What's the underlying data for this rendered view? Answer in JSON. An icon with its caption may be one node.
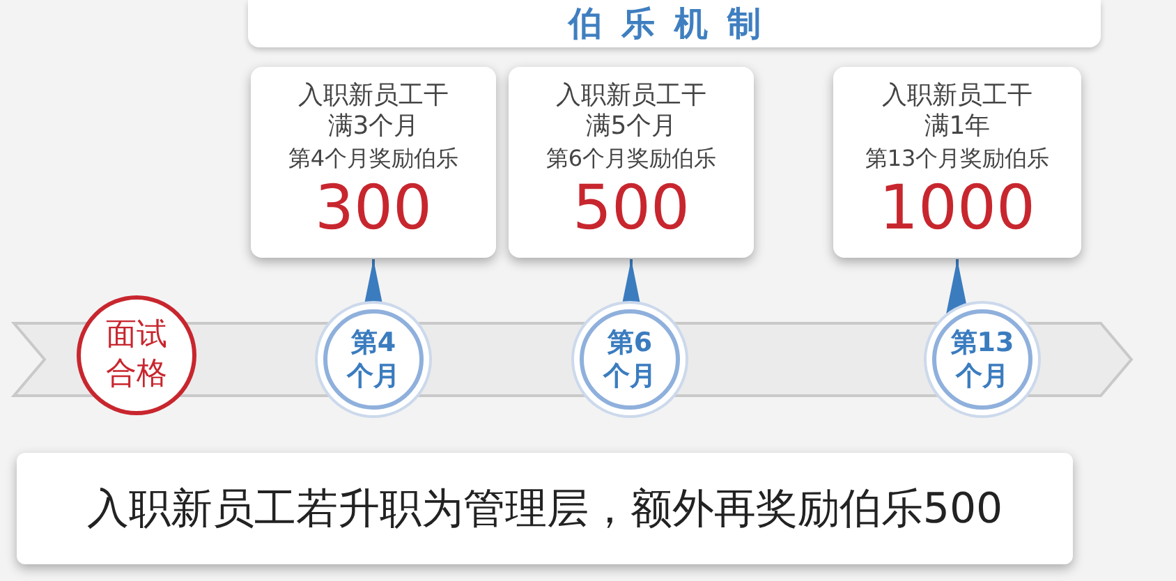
{
  "diagram": {
    "title": "伯乐机制",
    "nodes": [
      {
        "text": [
          "入职新员工干满3个月",
          "第4个月奖励伯乐",
          "300"
        ]
      },
      {
        "text": [
          "入职新员工干满5个月",
          "第6个月奖励伯乐",
          "500"
        ]
      },
      {
        "text": [
          "入职新员工干满1年",
          "第13个月奖励伯乐",
          "1000"
        ]
      },
      {
        "text": [
          "面试合格"
        ]
      },
      {
        "text": [
          "第4个月"
        ]
      },
      {
        "text": [
          "第6个月"
        ]
      },
      {
        "text": [
          "第13个月"
        ]
      },
      {
        "text": [
          "入职新员工若升职为管理层，额外再奖励伯乐500"
        ]
      }
    ],
    "edges": [
      {
        "from": 4,
        "to": 0,
        "arrow": "to"
      },
      {
        "from": 5,
        "to": 1,
        "arrow": "to"
      },
      {
        "from": 6,
        "to": 2,
        "arrow": "to"
      }
    ]
  }
}
